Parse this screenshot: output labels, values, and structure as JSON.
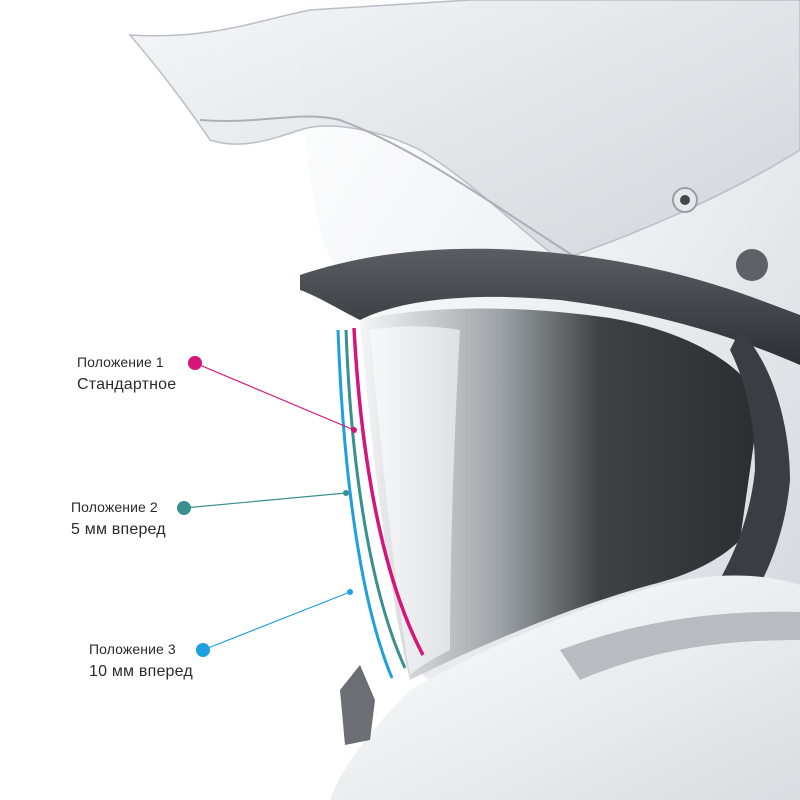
{
  "positions": [
    {
      "title": "Положение 1",
      "subtitle": "Стандартное",
      "color": "#d6157c"
    },
    {
      "title": "Положение 2",
      "subtitle": "5 мм вперед",
      "color": "#3a8f8f"
    },
    {
      "title": "Положение 3",
      "subtitle": "10 мм вперед",
      "color": "#1fa0de"
    }
  ]
}
